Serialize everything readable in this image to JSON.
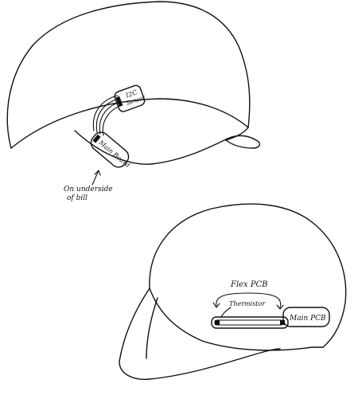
{
  "labels": {
    "top_i2c": [
      "I2C",
      "Sensor"
    ],
    "top_main_board": "Main Board",
    "top_underside": [
      "On underside",
      "of bill"
    ],
    "bottom_flex_pcb": "Flex PCB",
    "bottom_thermistor": "Thermistor",
    "bottom_main_pcb": "Main PCB"
  },
  "colors": {
    "ink": "#111111",
    "paper": "#ffffff"
  }
}
